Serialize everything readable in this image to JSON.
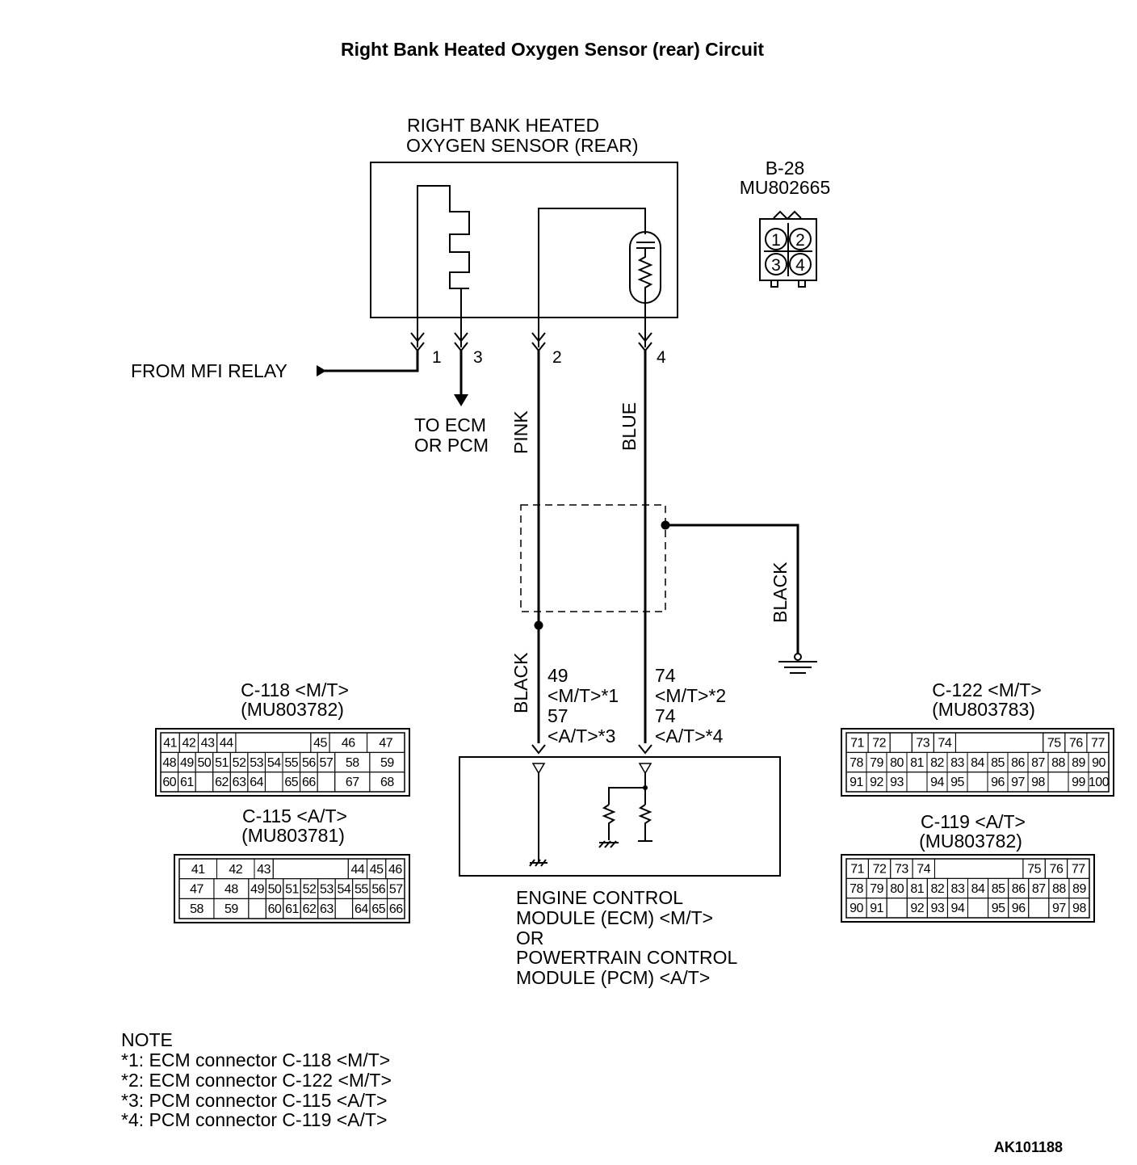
{
  "title": "Right Bank Heated Oxygen Sensor (rear) Circuit",
  "sensor": {
    "label_line1": "RIGHT BANK HEATED",
    "label_line2": "OXYGEN SENSOR (REAR)",
    "pins": [
      "1",
      "3",
      "2",
      "4"
    ]
  },
  "b28": {
    "id": "B-28",
    "part": "MU802665",
    "pins": [
      "1",
      "2",
      "3",
      "4"
    ]
  },
  "from_relay": "FROM MFI RELAY",
  "to_ecm": {
    "line1": "TO ECM",
    "line2": "OR PCM"
  },
  "wires": {
    "pink": "PINK",
    "blue": "BLUE",
    "black_left": "BLACK",
    "black_right": "BLACK"
  },
  "terminals": {
    "left": [
      "49",
      "<M/T>*1",
      "57",
      "<A/T>*3"
    ],
    "right": [
      "74",
      "<M/T>*2",
      "74",
      "<A/T>*4"
    ]
  },
  "ecm": [
    "ENGINE CONTROL",
    "MODULE (ECM) <M/T>",
    "OR",
    "POWERTRAIN CONTROL",
    "MODULE (PCM) <A/T>"
  ],
  "connectors": {
    "c118": {
      "title": "C-118 <M/T>",
      "part": "(MU803782)",
      "rows": [
        [
          "41",
          "42",
          "43",
          "44",
          "",
          "",
          "",
          "",
          "45",
          "46",
          "47"
        ],
        [
          "48",
          "49",
          "50",
          "51",
          "52",
          "53",
          "54",
          "55",
          "56",
          "57",
          "58",
          "59"
        ],
        [
          "60",
          "61",
          "",
          "62",
          "63",
          "64",
          "",
          "65",
          "66",
          "",
          "67",
          "68"
        ]
      ]
    },
    "c115": {
      "title": "C-115 <A/T>",
      "part": "(MU803781)",
      "rows": [
        [
          "41",
          "42",
          "43",
          "",
          "",
          "",
          "",
          "44",
          "45",
          "46"
        ],
        [
          "47",
          "48",
          "49",
          "50",
          "51",
          "52",
          "53",
          "54",
          "55",
          "56",
          "57"
        ],
        [
          "58",
          "59",
          "",
          "60",
          "61",
          "62",
          "63",
          "",
          "64",
          "65",
          "66"
        ]
      ]
    },
    "c122": {
      "title": "C-122 <M/T>",
      "part": "(MU803783)",
      "rows": [
        [
          "71",
          "72",
          "",
          "73",
          "74",
          "",
          "",
          "",
          "",
          "75",
          "76",
          "77"
        ],
        [
          "78",
          "79",
          "80",
          "81",
          "82",
          "83",
          "84",
          "85",
          "86",
          "87",
          "88",
          "89",
          "90"
        ],
        [
          "91",
          "92",
          "93",
          "",
          "94",
          "95",
          "",
          "96",
          "97",
          "98",
          "",
          "99",
          "100"
        ]
      ]
    },
    "c119": {
      "title": "C-119 <A/T>",
      "part": "(MU803782)",
      "rows": [
        [
          "71",
          "72",
          "73",
          "74",
          "",
          "",
          "",
          "",
          "75",
          "76",
          "77"
        ],
        [
          "78",
          "79",
          "80",
          "81",
          "82",
          "83",
          "84",
          "85",
          "86",
          "87",
          "88",
          "89"
        ],
        [
          "90",
          "91",
          "",
          "92",
          "93",
          "94",
          "",
          "95",
          "96",
          "",
          "97",
          "98"
        ]
      ]
    }
  },
  "note": {
    "heading": "NOTE",
    "lines": [
      "*1: ECM connector C-118 <M/T>",
      "*2: ECM connector C-122 <M/T>",
      "*3: PCM connector C-115 <A/T>",
      "*4: PCM connector C-119 <A/T>"
    ]
  },
  "code": "AK101188"
}
